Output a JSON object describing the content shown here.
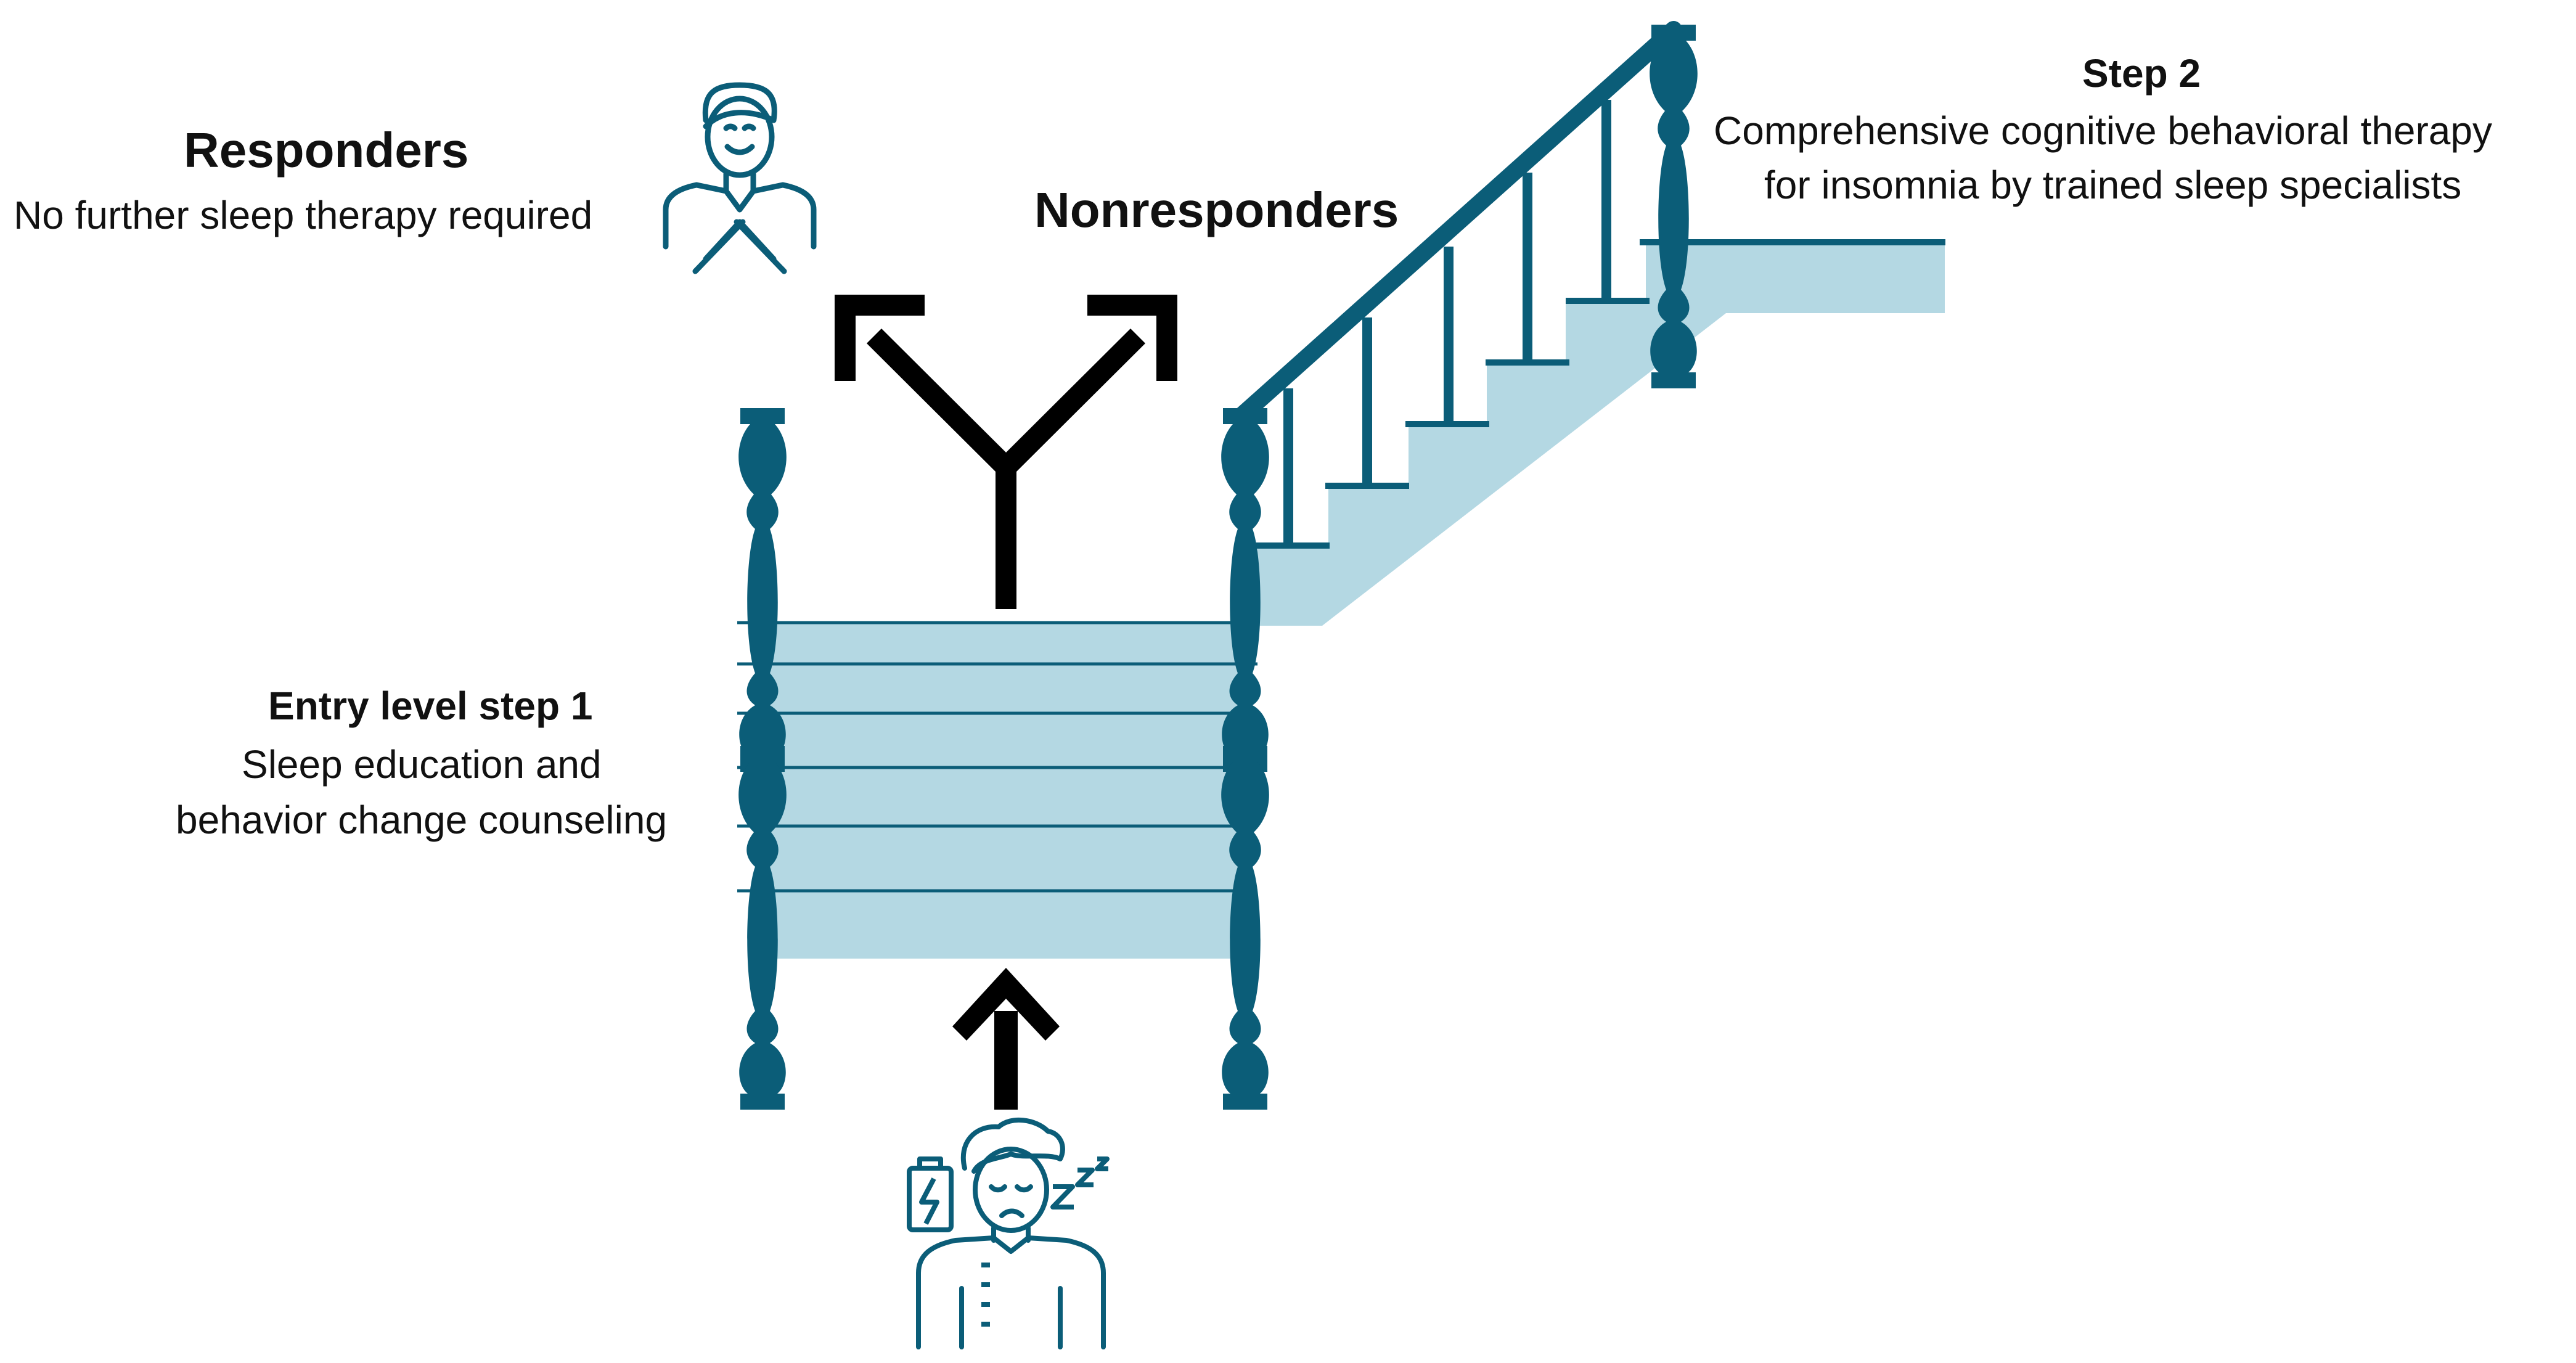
{
  "labels": {
    "responders_title": "Responders",
    "responders_sub": "No further sleep therapy required",
    "nonresponders_title": "Nonresponders",
    "step2_title": "Step 2",
    "step2_line1": "Comprehensive cognitive behavioral therapy",
    "step2_line2": "for insomnia by trained sleep specialists",
    "step1_title": "Entry level step 1",
    "step1_line1": "Sleep education and",
    "step1_line2": "behavior change counseling"
  },
  "icons": {
    "responder": "relaxed-person-icon",
    "patient": "tired-person-icon",
    "battery": "low-battery-icon",
    "sleep": "zzz-icon"
  },
  "colors": {
    "teal": "#0b5d78",
    "light_blue": "#b4d8e3",
    "arrow": "#000000",
    "text": "#111111"
  }
}
